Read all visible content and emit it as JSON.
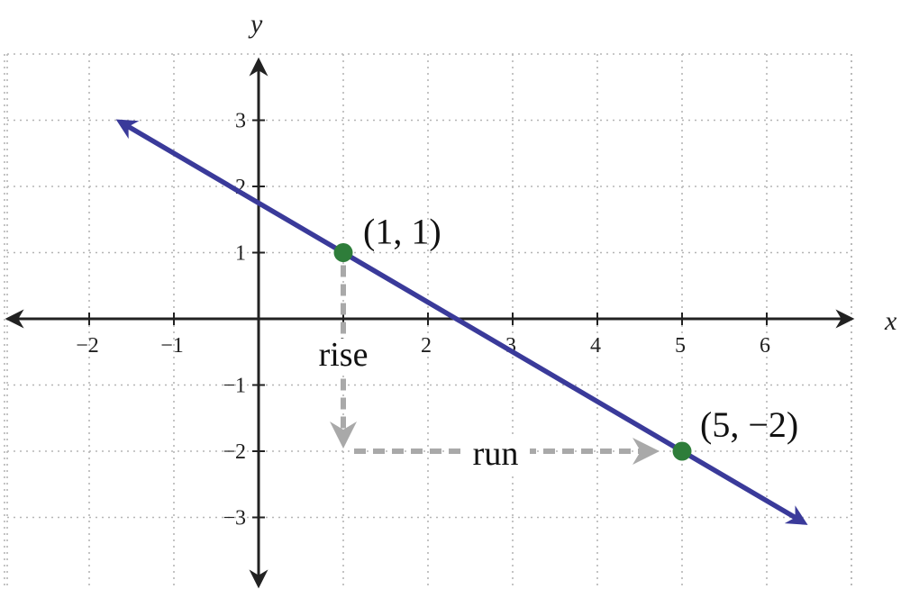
{
  "chart_data": {
    "type": "line",
    "xlabel": "x",
    "ylabel": "y",
    "xlim": [
      -3,
      7
    ],
    "ylim": [
      -4,
      4
    ],
    "x_ticks": [
      -2,
      -1,
      1,
      2,
      3,
      4,
      5,
      6
    ],
    "y_ticks": [
      -3,
      -2,
      -1,
      1,
      2,
      3
    ],
    "x_tick_labels": [
      "−2",
      "−1",
      "1",
      "2",
      "3",
      "4",
      "5",
      "6"
    ],
    "y_tick_labels": [
      "−3",
      "−2",
      "−1",
      "1",
      "2",
      "3"
    ],
    "grid": true,
    "line": {
      "x": [
        -1.6,
        6.4
      ],
      "y": [
        2.95,
        -3.05
      ],
      "color": "#3a3a9a"
    },
    "points": [
      {
        "x": 1,
        "y": 1,
        "label": "(1, 1)",
        "color": "#2e7d3a"
      },
      {
        "x": 5,
        "y": -2,
        "label": "(5, −2)",
        "color": "#2e7d3a"
      }
    ],
    "annotations": {
      "rise": "rise",
      "run": "run",
      "arrow_color": "#a9a9a9"
    }
  }
}
